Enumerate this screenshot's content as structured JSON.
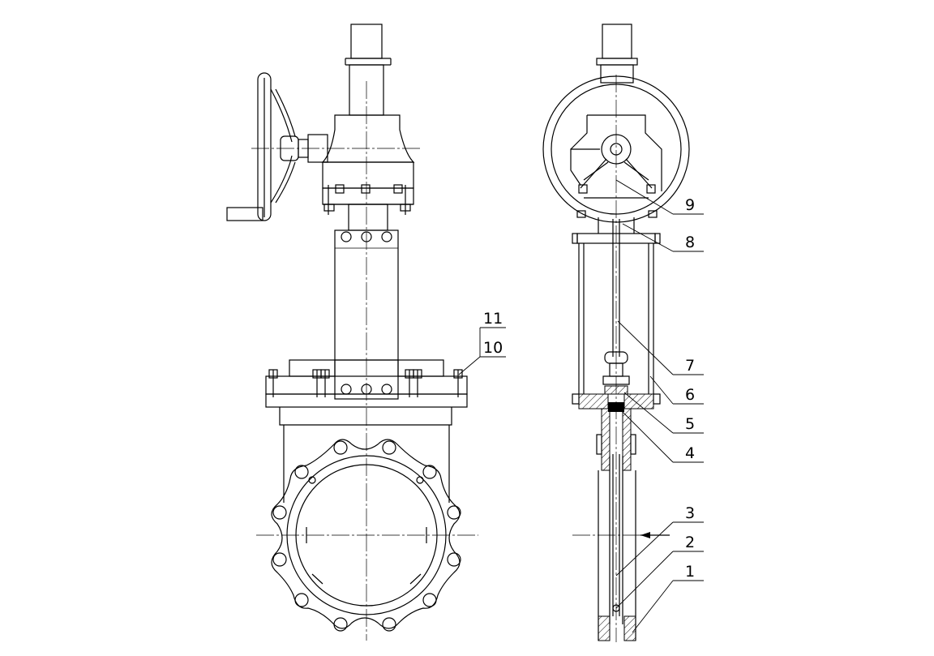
{
  "drawing": {
    "title": "",
    "views": [
      "front-view",
      "side-view"
    ]
  },
  "callouts": [
    {
      "id": "c1",
      "text": "1"
    },
    {
      "id": "c2",
      "text": "2"
    },
    {
      "id": "c3",
      "text": "3"
    },
    {
      "id": "c4",
      "text": "4"
    },
    {
      "id": "c5",
      "text": "5"
    },
    {
      "id": "c6",
      "text": "6"
    },
    {
      "id": "c7",
      "text": "7"
    },
    {
      "id": "c8",
      "text": "8"
    },
    {
      "id": "c9",
      "text": "9"
    },
    {
      "id": "c10",
      "text": "10"
    },
    {
      "id": "c11",
      "text": "11"
    }
  ],
  "colors": {
    "line": "#000000",
    "background": "#ffffff"
  }
}
